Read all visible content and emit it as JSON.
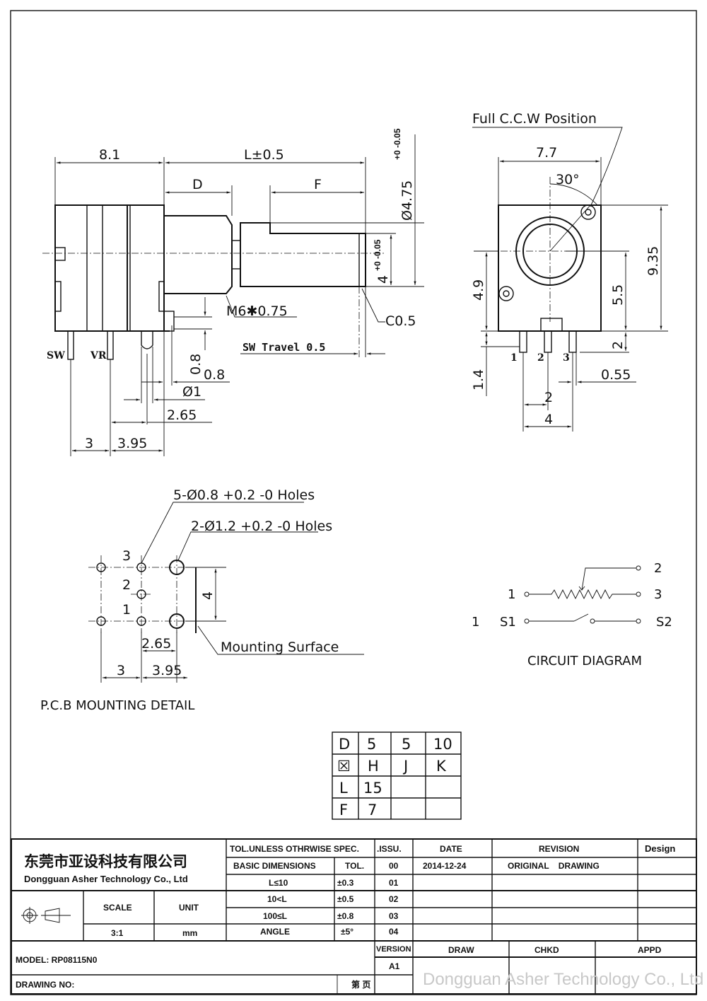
{
  "side_view": {
    "dim_8_1": "8.1",
    "dim_L": "L±0.5",
    "dim_D": "D",
    "dim_F": "F",
    "dim_dia_475": "Ø4.75",
    "dim_dia_475_tol": "+0 -0.05",
    "dim_4": "4",
    "dim_4_tol": "+0 -0.05",
    "thread": "M6✱0.75",
    "chamfer": "C0.5",
    "sw_travel": "SW Travel 0.5",
    "pin_sw": "SW",
    "pin_vr": "VR",
    "dim_0_8_v": "0.8",
    "dim_0_8_h": "0.8",
    "dim_dia1": "Ø1",
    "dim_2_65": "2.65",
    "dim_3": "3",
    "dim_3_95": "3.95"
  },
  "front_view": {
    "position_label": "Full C.C.W Position",
    "dim_7_7": "7.7",
    "angle": "30°",
    "dim_9_35": "9.35",
    "dim_4_9": "4.9",
    "dim_5_5": "5.5",
    "dim_2_v": "2",
    "dim_1_4": "1.4",
    "dim_0_55": "0.55",
    "dim_2_h": "2",
    "dim_4": "4",
    "pins": [
      "1",
      "2",
      "3"
    ]
  },
  "pcb_detail": {
    "holes_small": "5-Ø0.8 +0.2 -0 Holes",
    "holes_large": "2-Ø1.2 +0.2 -0 Holes",
    "pin_labels": [
      "3",
      "2",
      "1"
    ],
    "dim_4": "4",
    "dim_2_65": "2.65",
    "dim_3": "3",
    "dim_3_95": "3.95",
    "mounting_surface": "Mounting Surface",
    "title": "P.C.B MOUNTING DETAIL"
  },
  "circuit": {
    "pot_left": "1",
    "pot_wiper": "2",
    "pot_right": "3",
    "sw_num": "1",
    "sw_left": "S1",
    "sw_right": "S2",
    "title": "CIRCUIT DIAGRAM"
  },
  "option_table": {
    "rows": [
      [
        "D",
        "5",
        "5",
        "10"
      ],
      [
        "☒",
        "H",
        "J",
        "K"
      ],
      [
        "L",
        "15",
        "",
        ""
      ],
      [
        "F",
        "7",
        "",
        ""
      ]
    ]
  },
  "title_block": {
    "company_cn": "东莞市亚设科技有限公司",
    "company_en": "Dongguan Asher Technology Co., Ltd",
    "tol_header": "TOL.UNLESS OTHRWISE SPEC.",
    "issu_header": ".ISSU.",
    "date_header": "DATE",
    "revision_header": "REVISION",
    "design_header": "Design",
    "basic_dims": "BASIC DIMENSIONS",
    "tol": "TOL.",
    "tol_rows": [
      {
        "range": "L≤10",
        "tol": "±0.3",
        "issu": "01"
      },
      {
        "range": "10<L",
        "tol": "±0.5",
        "issu": "02"
      },
      {
        "range": "100≤L",
        "tol": "±0.8",
        "issu": "03"
      },
      {
        "range": "ANGLE",
        "tol": "±5°",
        "issu": "04"
      }
    ],
    "issu_00": "00",
    "date_00": "2014-12-24",
    "revision_00": "ORIGINAL    DRAWING",
    "scale_label": "SCALE",
    "scale_value": "3:1",
    "unit_label": "UNIT",
    "unit_value": "mm",
    "model": "MODEL: RP08115N0",
    "version_label": "VERSION",
    "version_value": "A1",
    "draw": "DRAW",
    "chkd": "CHKD",
    "appd": "APPD",
    "drawing_no": "DRAWING NO:",
    "sheet": "第  页",
    "watermark": "Dongguan Asher Technology Co., Ltd"
  }
}
